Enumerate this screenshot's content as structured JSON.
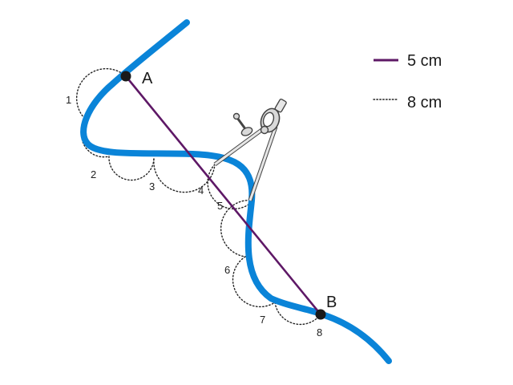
{
  "diagram": {
    "points": {
      "a_label": "A",
      "b_label": "B"
    },
    "arc_labels": [
      "1",
      "2",
      "3",
      "4",
      "5",
      "6",
      "7",
      "8"
    ],
    "legend": {
      "solid_label": "5 cm",
      "dotted_label": "8 cm"
    },
    "icons": {
      "tool": "compass-divider-icon"
    },
    "colors": {
      "river": "#0a84d8",
      "straight_line": "#5e1866",
      "points": "#1a1a1a",
      "dotted": "#222222"
    }
  }
}
